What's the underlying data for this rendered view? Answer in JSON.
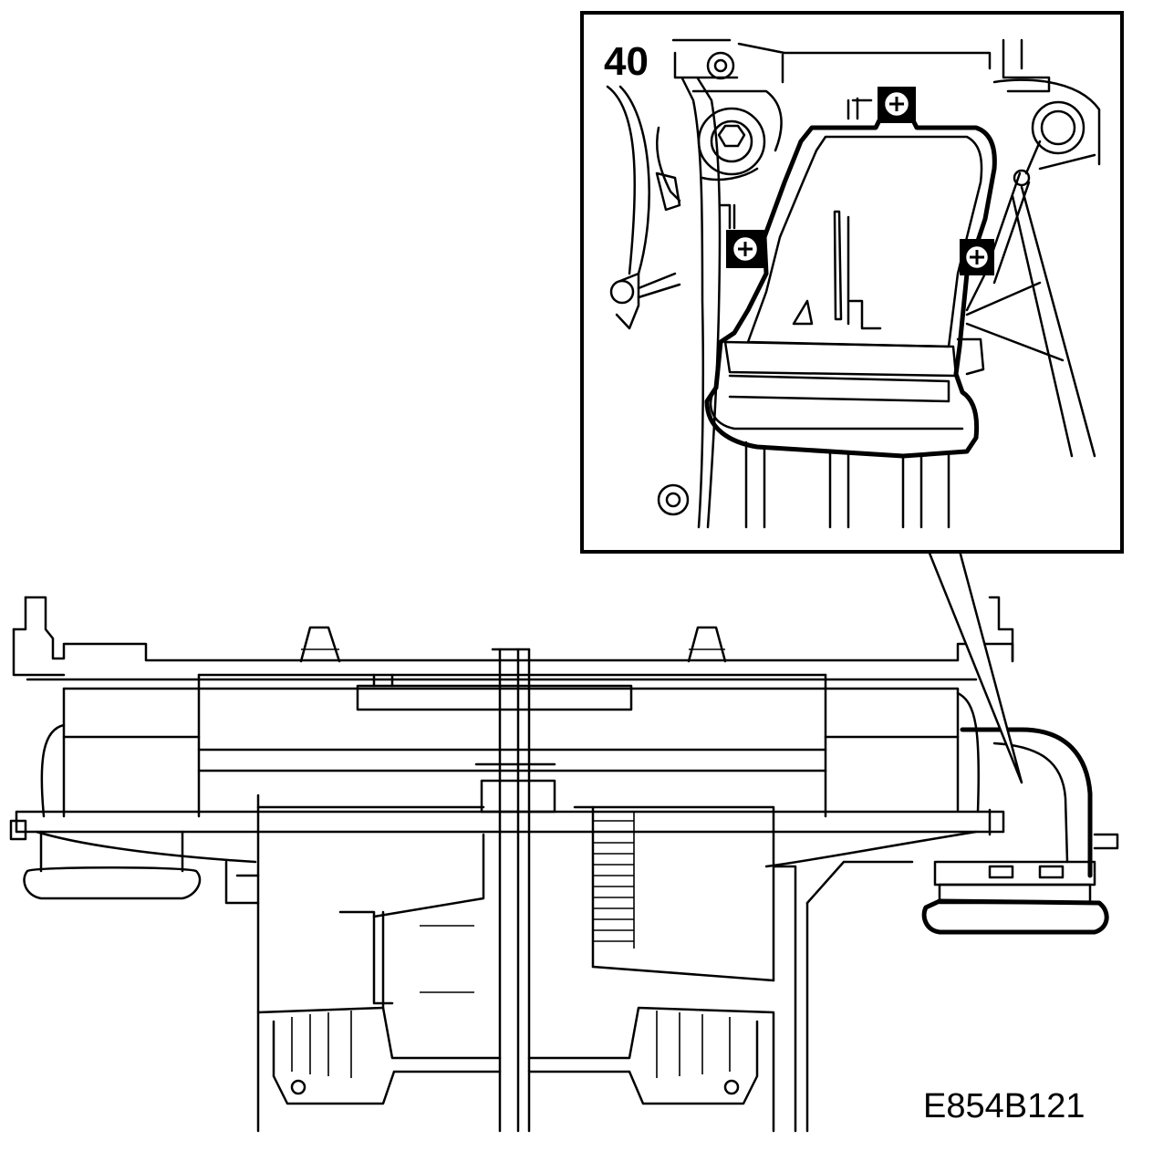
{
  "figure": {
    "step_number": "40",
    "figure_code": "E854B121"
  },
  "icons": {
    "screw": "phillips-screw-icon",
    "callout": "callout-pointer"
  },
  "colors": {
    "ink": "#000000",
    "paper": "#ffffff"
  }
}
